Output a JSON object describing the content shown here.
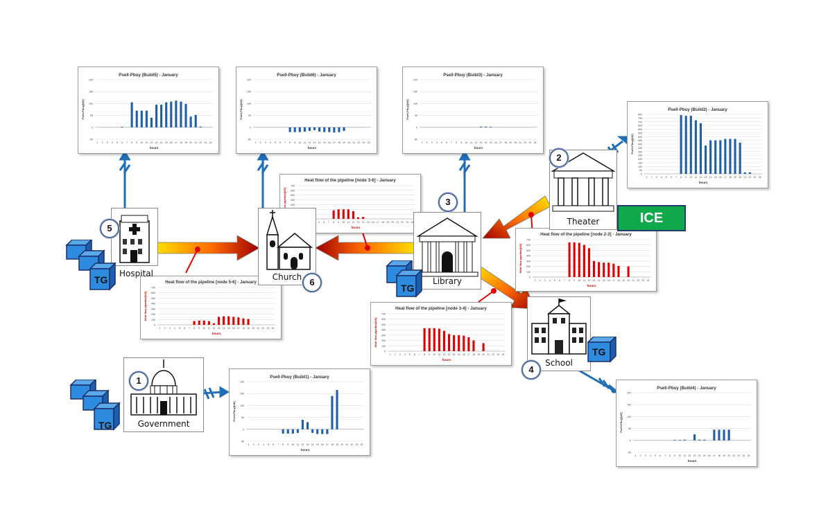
{
  "hours_ticks": [
    "1",
    "2",
    "3",
    "4",
    "5",
    "6",
    "7",
    "8",
    "9",
    "10",
    "11",
    "12",
    "13",
    "14",
    "15",
    "16",
    "17",
    "18",
    "19",
    "20",
    "21",
    "22",
    "23",
    "24"
  ],
  "buildings": {
    "government": {
      "label": "Government",
      "number": "1"
    },
    "theater": {
      "label": "Theater",
      "number": "2"
    },
    "library": {
      "label": "Library",
      "number": "3"
    },
    "school": {
      "label": "School",
      "number": "4"
    },
    "hospital": {
      "label": "Hospital",
      "number": "5"
    },
    "church": {
      "label": "Church",
      "number": "6"
    }
  },
  "units": {
    "tg": "TG",
    "ice": "ICE"
  },
  "colors": {
    "power_bar": "#1f5fa8",
    "heat_bar": "#e00000",
    "pipe_start": "#ffd400",
    "pipe_end": "#a00000",
    "arrow_blue": "#1f6fb8"
  },
  "chart_data": [
    {
      "id": "build5",
      "type": "bar",
      "title": "Psell-Pbuy (Build5) - January",
      "xlabel": "hours",
      "ylabel": "Psell-Pbuy[kW]",
      "yticks": [
        "200",
        "150",
        "100",
        "50",
        "0",
        "-50"
      ],
      "ylim": [
        -50,
        200
      ],
      "values": [
        0,
        0,
        0,
        0,
        0,
        2,
        0,
        105,
        70,
        70,
        70,
        40,
        95,
        95,
        105,
        108,
        112,
        108,
        98,
        45,
        52,
        3,
        0,
        0
      ]
    },
    {
      "id": "build6",
      "type": "bar",
      "title": "Psell-Pbuy (Build6) - January",
      "xlabel": "hours",
      "ylabel": "Psell-Pbuy[kW]",
      "yticks": [
        "200",
        "150",
        "100",
        "50",
        "0",
        "-50"
      ],
      "ylim": [
        -50,
        200
      ],
      "values": [
        0,
        0,
        0,
        0,
        0,
        0,
        0,
        -20,
        -20,
        -20,
        -18,
        -15,
        -12,
        -18,
        -20,
        -20,
        -22,
        -20,
        -15,
        0,
        0,
        0,
        0,
        0
      ]
    },
    {
      "id": "build3",
      "type": "bar",
      "title": "Psell-Pbuy (Build3) - January",
      "xlabel": "hours",
      "ylabel": "Psell-Pbuy[kW]",
      "yticks": [
        "200",
        "150",
        "100",
        "50",
        "0",
        "-50"
      ],
      "ylim": [
        -50,
        200
      ],
      "values": [
        0,
        0,
        0,
        0,
        0,
        0,
        0,
        0,
        0,
        0,
        0,
        0,
        3,
        3,
        2,
        0,
        0,
        0,
        0,
        0,
        0,
        0,
        0,
        0
      ]
    },
    {
      "id": "build2",
      "type": "bar",
      "title": "Psell-Pbuy (Build2) - January",
      "xlabel": "hours",
      "ylabel": "Psell-Pbuy[kW]",
      "yticks": [
        "800",
        "750",
        "700",
        "650",
        "600",
        "550",
        "500",
        "450",
        "400",
        "350",
        "300",
        "250",
        "200",
        "150",
        "100",
        "50",
        "0"
      ],
      "ylim": [
        0,
        800
      ],
      "values": [
        0,
        0,
        0,
        0,
        0,
        0,
        0,
        790,
        780,
        780,
        720,
        680,
        380,
        450,
        450,
        450,
        470,
        470,
        470,
        420,
        20,
        20,
        0,
        0
      ]
    },
    {
      "id": "pipe36",
      "type": "bar",
      "title": "Heat flow of the pipeline [node 3-6] - January",
      "xlabel": "hours",
      "ylabel": "Heat flow pipeline[kW]",
      "yticks": [
        "700",
        "600",
        "500",
        "400",
        "300",
        "200",
        "100",
        "0"
      ],
      "ylim": [
        0,
        700
      ],
      "values": [
        0,
        0,
        0,
        0,
        0,
        0,
        0,
        180,
        200,
        200,
        200,
        160,
        30,
        40,
        0,
        0,
        0,
        0,
        0,
        0,
        0,
        0,
        0,
        0
      ]
    },
    {
      "id": "pipe23",
      "type": "bar",
      "title": "Heat flow of the pipeline [node 2-3] - January",
      "xlabel": "hours",
      "ylabel": "Heat flow pipeline[kW]",
      "yticks": [
        "700",
        "600",
        "500",
        "400",
        "300",
        "200",
        "100",
        "0"
      ],
      "ylim": [
        0,
        700
      ],
      "values": [
        0,
        0,
        0,
        0,
        0,
        0,
        0,
        650,
        650,
        640,
        600,
        540,
        300,
        280,
        270,
        270,
        250,
        210,
        0,
        200,
        0,
        0,
        0,
        0
      ]
    },
    {
      "id": "pipe56",
      "type": "bar",
      "title": "Heat flow of the pipeline [node 5-6] - January",
      "xlabel": "hours",
      "ylabel": "Heat flow pipeline[kW]",
      "yticks": [
        "700",
        "600",
        "500",
        "400",
        "300",
        "200",
        "100",
        "0"
      ],
      "ylim": [
        0,
        700
      ],
      "values": [
        0,
        0,
        0,
        0,
        0,
        0,
        0,
        70,
        80,
        80,
        70,
        30,
        150,
        160,
        160,
        150,
        140,
        120,
        110,
        0,
        0,
        0,
        0,
        0
      ]
    },
    {
      "id": "pipe34",
      "type": "bar",
      "title": "Heat flow of the pipeline [node 3-4] - January",
      "xlabel": "hours",
      "ylabel": "Heat flow pipeline[kW]",
      "yticks": [
        "700",
        "600",
        "500",
        "400",
        "300",
        "200",
        "100",
        "0"
      ],
      "ylim": [
        0,
        700
      ],
      "values": [
        0,
        0,
        0,
        0,
        0,
        0,
        0,
        430,
        430,
        430,
        420,
        380,
        320,
        300,
        300,
        290,
        260,
        200,
        0,
        150,
        0,
        0,
        0,
        0
      ]
    },
    {
      "id": "build1",
      "type": "bar",
      "title": "Psell-Pbuy (Build1) - January",
      "xlabel": "hours",
      "ylabel": "Psell-Pbuy[kW]",
      "yticks": [
        "200",
        "150",
        "100",
        "50",
        "0",
        "-50"
      ],
      "ylim": [
        -50,
        200
      ],
      "values": [
        0,
        0,
        0,
        0,
        0,
        0,
        0,
        -18,
        -18,
        -18,
        -15,
        40,
        30,
        -15,
        -20,
        -20,
        -20,
        140,
        165,
        0,
        0,
        0,
        0,
        0
      ]
    },
    {
      "id": "build4",
      "type": "bar",
      "title": "Psell-Pbuy (Build4) - January",
      "xlabel": "hours",
      "ylabel": "Psell-Pbuy[kW]",
      "yticks": [
        "200",
        "150",
        "100",
        "50",
        "0",
        "-50"
      ],
      "ylim": [
        -50,
        200
      ],
      "values": [
        0,
        0,
        0,
        0,
        0,
        0,
        0,
        0,
        2,
        2,
        3,
        0,
        25,
        3,
        3,
        0,
        45,
        45,
        45,
        45,
        0,
        0,
        0,
        0
      ]
    }
  ]
}
